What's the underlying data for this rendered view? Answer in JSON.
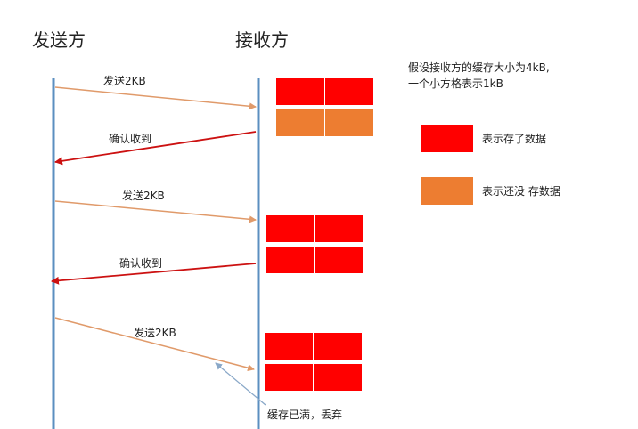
{
  "actors": {
    "sender": "发送方",
    "receiver": "接收方"
  },
  "messages": [
    {
      "label": "发送2KB",
      "kind": "send"
    },
    {
      "label": "确认收到",
      "kind": "ack"
    },
    {
      "label": "发送2KB",
      "kind": "send"
    },
    {
      "label": "确认收到",
      "kind": "ack"
    },
    {
      "label": "发送2KB",
      "kind": "send"
    }
  ],
  "buffers": [
    {
      "cells": [
        "filled",
        "filled",
        "empty",
        "empty"
      ]
    },
    {
      "cells": [
        "filled",
        "filled",
        "filled",
        "filled"
      ]
    },
    {
      "cells": [
        "filled",
        "filled",
        "filled",
        "filled"
      ]
    }
  ],
  "assumption": {
    "line1": "假设接收方的缓存大小为4kB,",
    "line2": "一个小方格表示1kB"
  },
  "legend": {
    "filled": "表示存了数据",
    "empty": "表示还没 存数据"
  },
  "note": "缓存已满，丢弃",
  "colors": {
    "lifeline": "#5b8fc0",
    "send_arrow": "#e09a6a",
    "ack_arrow": "#cc1111",
    "filled": "#ff0000",
    "empty": "#ed7d31",
    "note_arrow": "#8aa8c8"
  }
}
